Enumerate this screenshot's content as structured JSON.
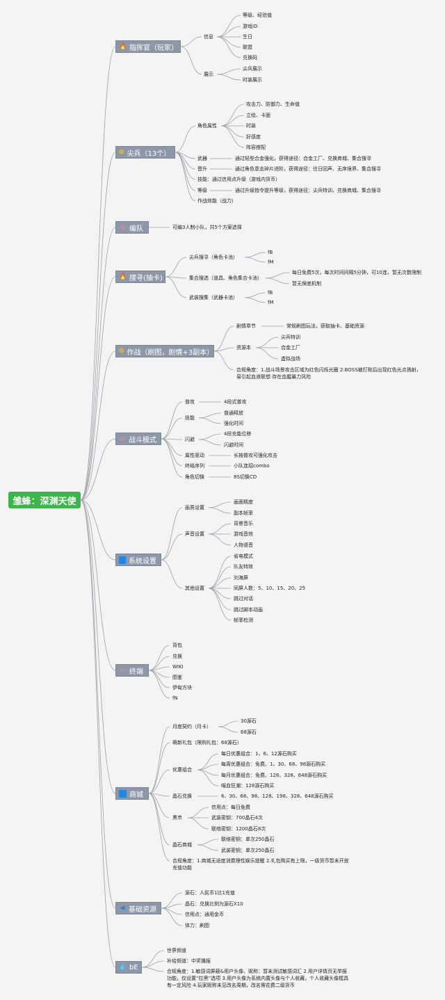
{
  "root": "雏蜂：深渊天使",
  "categories": {
    "commander": "指挥官（玩家）",
    "soldier": "尖兵（13个）",
    "formation": "编队",
    "gacha": "搜寻(抽卡)",
    "combat": "作战（刷图，剧情+3副本）",
    "battle_mode": "战斗模式",
    "settings": "系统设置",
    "terminal": "终端",
    "shop": "商城",
    "resources": "基础资源",
    "social": "bE"
  },
  "commander": {
    "info": "信息",
    "info_items": [
      "等级、经验值",
      "游戏ID",
      "生日",
      "联盟",
      "兑换码"
    ],
    "display": "展示",
    "display_items": [
      "尖兵展示",
      "时装展示"
    ]
  },
  "soldier": {
    "attr": "角色属性",
    "attr_items": [
      "攻击力、防御力、生命值",
      "立绘、卡面",
      "时装",
      "好感度",
      "阵容搭配"
    ],
    "weapon": "武器",
    "weapon_desc": "通过轻型合金强化，获得途径：合金工厂、兑换商城、集合搜寻",
    "promote": "晋升",
    "promote_desc": "通过角色意志碎片进阶，获得途径：往日回声、无序境界、集合搜寻",
    "skill": "技能：通过信用点升级（游戏内货币）",
    "level": "等级",
    "level_desc": "通过升级指令提升等级，获得途径：尖兵特训、兑换商城、集合搜寻",
    "power": "作战效能（战力）"
  },
  "formation": {
    "desc": "可编3人制小队，共5个方案选择"
  },
  "gacha": {
    "char_pool": "尖兵搜寻（角色卡池）",
    "char_pool_items": [
      "fB",
      "fM"
    ],
    "mixed_pool": "集合搜选（道具、角色集合卡池）",
    "mixed_pool_items": [
      "每日免费5次，每次时间间隔5分钟，可10连，暂无次数限制",
      "暂无保底机制"
    ],
    "weapon_pool": "武装搜集（武器卡池）",
    "weapon_pool_items": [
      "fB",
      "fM"
    ]
  },
  "combat": {
    "story": "剧情章节",
    "story_desc": "常规刷图玩法，获取抽卡、基础资源",
    "resource": "资源本",
    "resource_items": [
      "尖兵特训",
      "合金工厂",
      "虚拟战场"
    ],
    "compliance": "合规角度：1.战斗场景攻击区域为红色闪烁光圈 2.BOSS被打败后出现红色光点溅射，易引起血液联想 存在血腥暴力风险"
  },
  "battle_mode": {
    "normal": "普攻",
    "normal_desc": "4段式普攻",
    "skill": "技能",
    "skill_items": [
      "普通释放",
      "强化时间"
    ],
    "dodge": "闪避",
    "dodge_items": [
      "4段充能位移",
      "闪避时间"
    ],
    "drive": "属性驱动",
    "drive_desc": "长按普攻可强化攻击",
    "finisher": "终结序列",
    "finisher_desc": "小队连招combo",
    "switch": "角色切换",
    "switch_desc": "8S切换CD"
  },
  "settings": {
    "graphics": "画质设置",
    "graphics_items": [
      "画面精度",
      "副本帧率"
    ],
    "sound": "声音设置",
    "sound_items": [
      "背景音乐",
      "游戏音效",
      "人物语音"
    ],
    "other": "其他设置",
    "other_items": [
      "省电模式",
      "队友特效",
      "刘海屏",
      "同屏人数：5、10、15、20、25",
      "跳过对话",
      "跳过脚本动画",
      "帧率检测"
    ]
  },
  "terminal": {
    "items": [
      "背包",
      "兑换",
      "WIKI",
      "图鉴",
      "伊甸方块",
      "fN"
    ]
  },
  "shop": {
    "monthly": "月度契约（月卡）",
    "monthly_items": [
      "30源石",
      "68源石"
    ],
    "newbie": "萌新礼包（限购礼包：68源石）",
    "bundle": "优惠组合",
    "bundle_items": [
      "每日优惠组合：1、6、12源石购买",
      "每周优惠组合：免费、1、30、68、98源石购买",
      "每月优惠组合：免费、128、328、648源石购买",
      "喵血狂潮：128源石购买"
    ],
    "crystal": "晶石兑换",
    "crystal_desc": "6、30、68、98、128、198、328、648源石购买",
    "black": "黑市",
    "black_items": [
      "信用点：每日免费",
      "武装密钥：700晶石4次",
      "联络密钥：1200晶石8次"
    ],
    "crystal_shop": "晶石商城",
    "crystal_shop_items": [
      "联络密钥：单次250晶石",
      "武装密钥：单次250晶石"
    ],
    "compliance": "合规角度：1.商城无适度消费理性娱乐提醒 2.礼包购买有上限，一级货币暂未开放充值功能"
  },
  "resources": {
    "items": [
      "源石：人民币1比1充值",
      "晶石：兑换比例为源石X10",
      "信用点：通用金币",
      "体力：刷图"
    ]
  },
  "social": {
    "world": "世界频道",
    "supply": "补给频道：中奖播报",
    "compliance": "合规角度：1.敏感词屏蔽&用户头像、昵称：暂未测试敏感词汇 2.用户详情页无举报功能，仅设置“拉黑”选项 3.用户头像为系统内置头像与个人收藏，个人收藏头像框具有一定风险 4.玩家昵称未见改名周期，改名需花费二级货币"
  },
  "colors": {
    "root": "#3cb54a",
    "category": "#8d97a8",
    "line": "#9aa0a8"
  },
  "icons": {
    "commander": "fire-icon",
    "soldier": "gear-icon",
    "formation": "home-icon",
    "gacha": "fire-icon",
    "combat": "gear-icon",
    "battle_mode": "home-icon",
    "settings": "square-icon",
    "terminal": "home-icon",
    "shop": "square-icon",
    "resources": "arrow-icon",
    "social": "drop-icon"
  }
}
